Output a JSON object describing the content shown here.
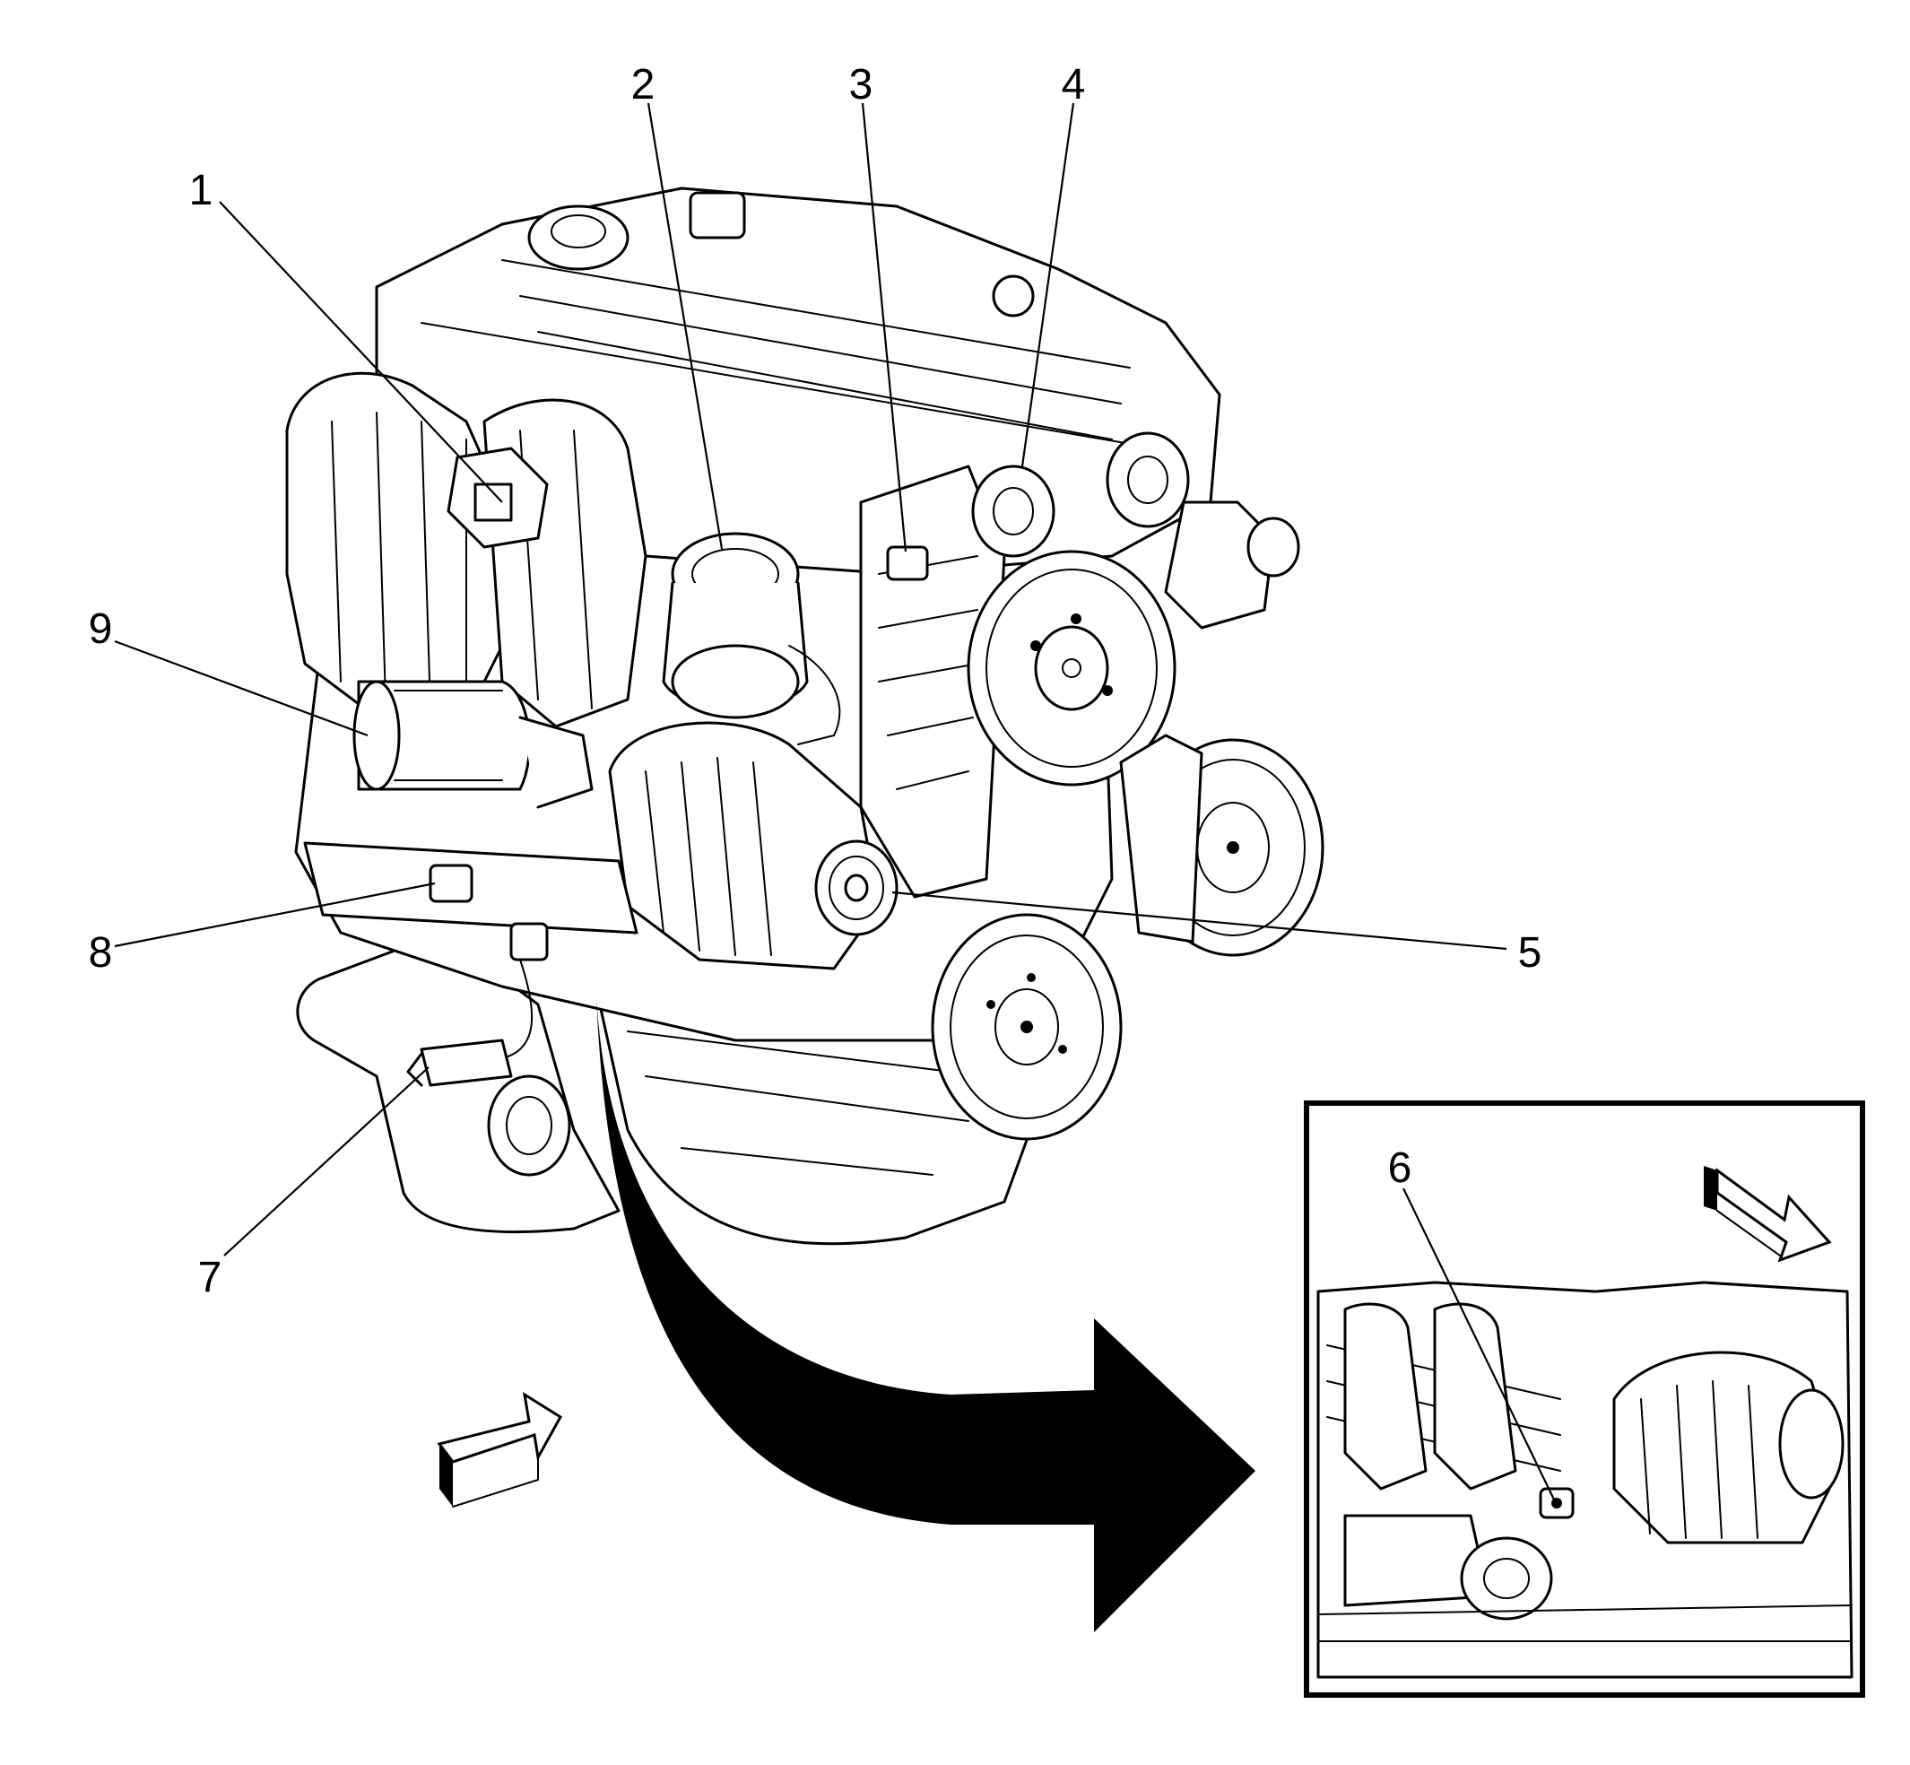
{
  "diagram": {
    "colors": {
      "ink": "#000000",
      "paper": "#ffffff"
    },
    "callouts": [
      {
        "id": "1",
        "label": "1"
      },
      {
        "id": "2",
        "label": "2"
      },
      {
        "id": "3",
        "label": "3"
      },
      {
        "id": "4",
        "label": "4"
      },
      {
        "id": "5",
        "label": "5"
      },
      {
        "id": "6",
        "label": "6"
      },
      {
        "id": "7",
        "label": "7"
      },
      {
        "id": "8",
        "label": "8"
      },
      {
        "id": "9",
        "label": "9"
      }
    ],
    "icons": {
      "view_arrow_main": "view-direction-arrow-icon",
      "view_arrow_inset": "view-direction-arrow-icon",
      "transition_arrow": "curved-transition-arrow-icon"
    }
  }
}
